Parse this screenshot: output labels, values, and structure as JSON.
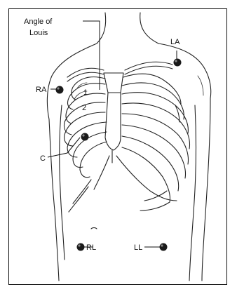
{
  "diagram": {
    "labels": {
      "angle_line1": "Angle of",
      "angle_line2": "Louis",
      "la": "LA",
      "ra": "RA",
      "c": "C",
      "rl": "RL",
      "ll": "LL",
      "rib1": "1",
      "rib2": "2"
    },
    "electrodes": [
      "LA",
      "RA",
      "C",
      "RL",
      "LL"
    ],
    "colors": {
      "line": "#222222",
      "electrode": "#1a1a1a",
      "border": "#111111"
    }
  }
}
